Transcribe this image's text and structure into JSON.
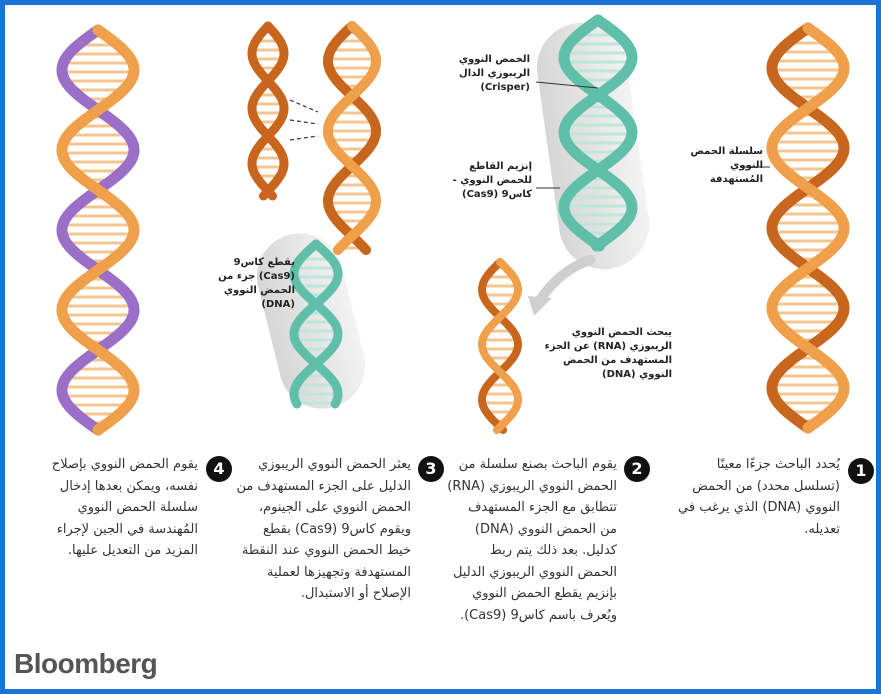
{
  "labels": {
    "target_strand": "سلسلة الحمض النووي المُستهدفة",
    "guide_rna": "الحمض النووي الريبوزي الدال (Crisper)",
    "cas9_enzyme": "إنزيم القاطع للحمض النووي - كاس9 (Cas9)",
    "rna_search": "يبحث الحمض النووي الريبوزي (RNA) عن الجزء المستهدف من الحمض النووي (DNA)",
    "cas9_cut": "يقطع كاس9 (Cas9) جزء من الحمض النووي (DNA)"
  },
  "steps": [
    {
      "number": "1",
      "text": "يُحدد الباحث جزءًا معينًا (تسلسل محدد) من الحمض النووي (DNA) الذي يرغب في تعديله."
    },
    {
      "number": "2",
      "text": "يقوم الباحث بصنع سلسلة من الحمض النووي الريبوزي (RNA) تتطابق مع الجزء المستهدف من الحمض النووي (DNA) كدليل. بعد ذلك يتم ربط الحمض النووي الريبوزي الدليل بإنزيم يقطع الحمض النووي ويُعرف باسم كاس9 (Cas9)."
    },
    {
      "number": "3",
      "text": "يعثر الحمض النووي الريبوزي الدليل على الجزء المستهدف من الحمض النووي على الجينوم، ويقوم كاس9 (Cas9) بقطع خيط الحمض النووي عند النقطة المستهدفة وتجهيزها لعملية الإصلاح أو الاستبدال."
    },
    {
      "number": "4",
      "text": "يقوم الحمض النووي بإصلاح نفسه، ويمكن بعدها إدخال سلسلة الحمض النووي المُهندسة في الجين لإجراء المزيد من التعديل عليها."
    }
  ],
  "brand": "Bloomberg",
  "colors": {
    "dna_orange": "#f0a04b",
    "dna_dark": "#c8661e",
    "guide_teal": "#5fbfa8",
    "new_purple": "#9b6fc8",
    "capsule": "#e2e2e2",
    "frame": "#1a73d9"
  }
}
